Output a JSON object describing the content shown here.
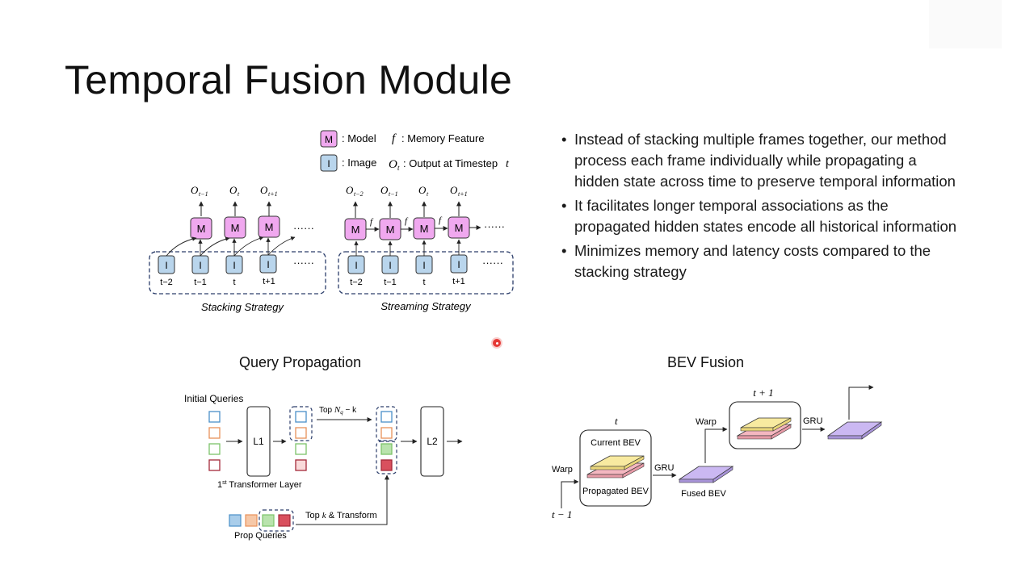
{
  "slide": {
    "title": "Temporal Fusion Module",
    "bullets": [
      "Instead of stacking multiple frames together, our method process each frame individually while propagating a hidden state across time to preserve temporal information",
      "It facilitates longer temporal associations as the propagated hidden states encode all historical information",
      "Minimizes memory and latency costs compared to the stacking strategy"
    ]
  },
  "strategy_figure": {
    "legend": {
      "model_box": "M",
      "model_label": ": Model",
      "image_box": "I",
      "image_label": ": Image",
      "feature_symbol": "f",
      "feature_label": ": Memory Feature",
      "output_symbol": "O",
      "output_sub": "t",
      "output_label": ": Output at Timestep",
      "output_timestep": "t"
    },
    "stacking": {
      "caption": "Stacking Strategy",
      "outputs": [
        "t−1",
        "t",
        "t+1"
      ],
      "model_label": "M",
      "image_label": "I",
      "time_labels": [
        "t−2",
        "t−1",
        "t",
        "t+1"
      ],
      "ellipsis": "······"
    },
    "streaming": {
      "caption": "Streaming Strategy",
      "outputs": [
        "t−2",
        "t−1",
        "t",
        "t+1"
      ],
      "model_label": "M",
      "image_label": "I",
      "feature_label": "f",
      "time_labels": [
        "t−2",
        "t−1",
        "t",
        "t+1"
      ],
      "ellipsis": "······"
    }
  },
  "query_propagation": {
    "title": "Query Propagation",
    "initial_queries": "Initial Queries",
    "layer1": "L1",
    "layer2": "L2",
    "transformer_layer_prefix": "1",
    "transformer_layer_sup": "st",
    "transformer_layer_suffix": " Transformer Layer",
    "top_nq_prefix": "Top ",
    "top_nq_symbol": "N",
    "top_nq_sub": "q",
    "top_nq_suffix": " − k",
    "topk_label_prefix": "Top ",
    "topk_symbol": "k",
    "topk_label_suffix": " & Transform",
    "prop_queries": "Prop Queries",
    "colors": {
      "blue": "#4a90c8",
      "orange": "#e8915a",
      "green": "#7cc46a",
      "red": "#a32a3a"
    }
  },
  "bev_fusion": {
    "title": "BEV Fusion",
    "time_t": "t",
    "time_t1": "t + 1",
    "time_tm1": "t − 1",
    "current_bev": "Current BEV",
    "propagated_bev": "Propagated BEV",
    "warp1": "Warp",
    "warp2": "Warp",
    "gru1": "GRU",
    "gru2": "GRU",
    "fused_bev": "Fused BEV",
    "colors": {
      "yellow": "#f8eaa0",
      "pink": "#f4b7c0",
      "purple": "#cbb8f2"
    }
  }
}
